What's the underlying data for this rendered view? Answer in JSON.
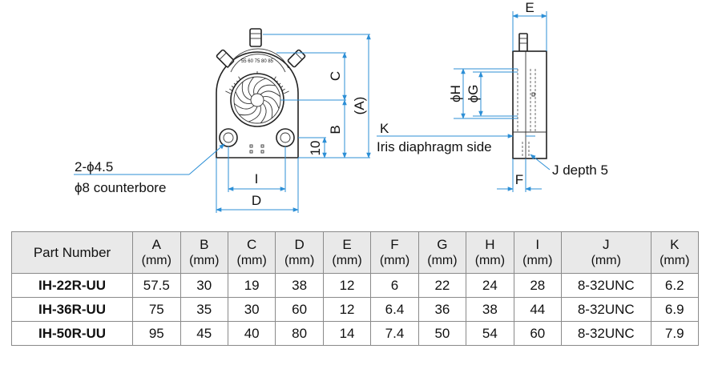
{
  "labels": {
    "a": "(A)",
    "b": "B",
    "c": "C",
    "d": "D",
    "e": "E",
    "f": "F",
    "g": "ϕG",
    "h": "ϕH",
    "i": "I",
    "k": "K",
    "ten": "10",
    "iris": "Iris diaphragm side",
    "j_depth": "J depth 5",
    "hole_line1": "2-ϕ4.5",
    "hole_line2": "ϕ8 counterbore",
    "dial_text": "55 60 75 80 85"
  },
  "table": {
    "columns": [
      {
        "name": "Part Number",
        "unit": ""
      },
      {
        "name": "A",
        "unit": "(mm)"
      },
      {
        "name": "B",
        "unit": "(mm)"
      },
      {
        "name": "C",
        "unit": "(mm)"
      },
      {
        "name": "D",
        "unit": "(mm)"
      },
      {
        "name": "E",
        "unit": "(mm)"
      },
      {
        "name": "F",
        "unit": "(mm)"
      },
      {
        "name": "G",
        "unit": "(mm)"
      },
      {
        "name": "H",
        "unit": "(mm)"
      },
      {
        "name": "I",
        "unit": "(mm)"
      },
      {
        "name": "J",
        "unit": "(mm)"
      },
      {
        "name": "K",
        "unit": "(mm)"
      }
    ],
    "rows": [
      [
        "IH-22R-UU",
        "57.5",
        "30",
        "19",
        "38",
        "12",
        "6",
        "22",
        "24",
        "28",
        "8-32UNC",
        "6.2"
      ],
      [
        "IH-36R-UU",
        "75",
        "35",
        "30",
        "60",
        "12",
        "6.4",
        "36",
        "38",
        "44",
        "8-32UNC",
        "6.9"
      ],
      [
        "IH-50R-UU",
        "95",
        "45",
        "40",
        "80",
        "14",
        "7.4",
        "50",
        "54",
        "60",
        "8-32UNC",
        "7.9"
      ]
    ]
  },
  "colors": {
    "dimension_line": "#2c8fd6",
    "outline": "#222222",
    "table_header_bg": "#e9e9e9"
  }
}
